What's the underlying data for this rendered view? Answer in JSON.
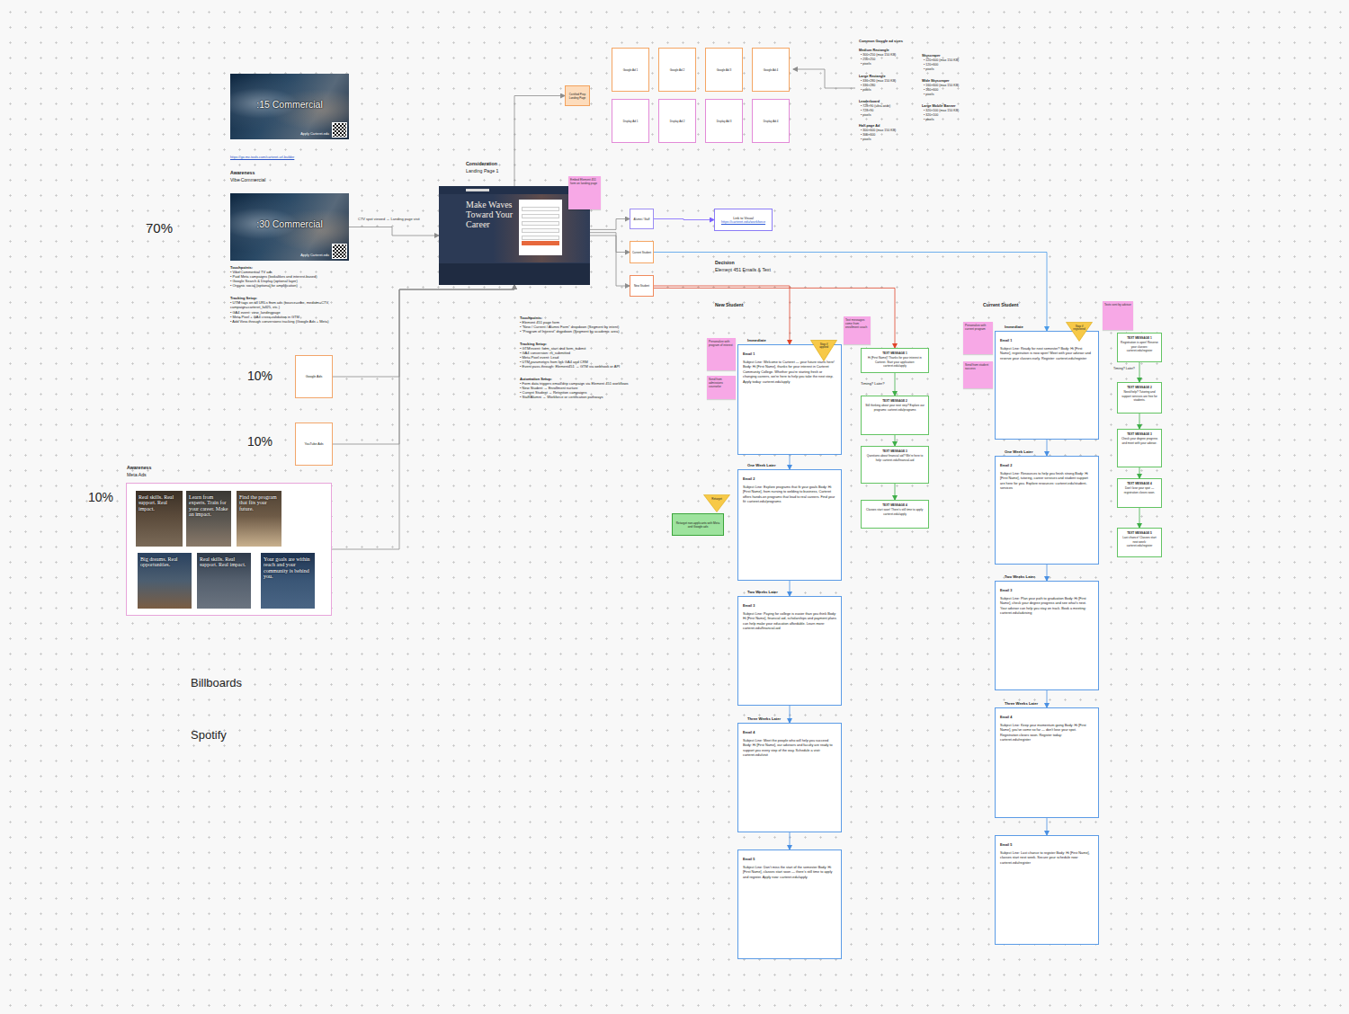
{
  "diagram": {
    "nodes": [
      {
        "text": [
          ":15 Commercial",
          "Apply Carteret.edu"
        ]
      },
      {
        "text": [
          ":30 Commercial",
          "Apply Carteret.edu"
        ]
      },
      {
        "text": [
          "Google Ads"
        ]
      },
      {
        "text": [
          "YouTube Ads"
        ]
      },
      {
        "text": [
          "Awareness",
          "Meta Ads"
        ]
      },
      {
        "text": [
          "Real skills. Real support. Real impact."
        ],
        "in": 4
      },
      {
        "text": [
          "Learn from experts. Train for your career. Make an impact."
        ],
        "in": 4
      },
      {
        "text": [
          "Find the program that fits your future."
        ],
        "in": 4
      },
      {
        "text": [
          "Big dreams. Real opportunities."
        ],
        "in": 4
      },
      {
        "text": [
          "Real skills. Real support. Real impact."
        ],
        "in": 4
      },
      {
        "text": [
          "Your goals are within reach and your community is behind you."
        ],
        "in": 4
      },
      {
        "text": [
          "Make Waves Toward Your Career"
        ]
      },
      {
        "text": [
          "Embed Element 451 form on landing page"
        ]
      },
      {
        "text": [
          "Certified Prep Landing Page"
        ]
      },
      {
        "text": [
          "Google Ad 1"
        ]
      },
      {
        "text": [
          "Google Ad 2"
        ]
      },
      {
        "text": [
          "Google Ad 3"
        ]
      },
      {
        "text": [
          "Google Ad 4"
        ]
      },
      {
        "text": [
          "Display Ad 1"
        ]
      },
      {
        "text": [
          "Display Ad 2"
        ]
      },
      {
        "text": [
          "Display Ad 3"
        ]
      },
      {
        "text": [
          "Display Ad 4"
        ]
      },
      {
        "text": [
          "Alumni / Staff"
        ]
      },
      {
        "text": [
          "Current Student"
        ]
      },
      {
        "text": [
          "New Student"
        ]
      },
      {
        "text": [
          "Link to Visual",
          "https://carteret.edu/workforce"
        ]
      },
      {
        "text": [
          "Personalize with program of interest"
        ]
      },
      {
        "text": [
          "Send from admissions counselor"
        ]
      },
      {
        "text": [
          "Stop if applied"
        ]
      },
      {
        "text": [
          "Immediate",
          "Email 1",
          "Subject Line: Welcome to Carteret — your future starts here! Body: Hi [First Name], thanks for your interest in Carteret Community College. Whether you're starting fresh or changing careers, we're here to help you take the next step. Apply today: carteret.edu/apply"
        ]
      },
      {
        "text": [
          "One Week Later",
          "Email 2",
          "Subject Line: Explore programs that fit your goals Body: Hi [First Name], from nursing to welding to business, Carteret offers hands-on programs that lead to real careers. Find your fit: carteret.edu/programs"
        ]
      },
      {
        "text": [
          "Two Weeks Later",
          "Email 3",
          "Subject Line: Paying for college is easier than you think Body: Hi [First Name], financial aid, scholarships and payment plans can help make your education affordable. Learn more: carteret.edu/financial-aid"
        ]
      },
      {
        "text": [
          "Three Weeks Later",
          "Email 4",
          "Subject Line: Meet the people who will help you succeed Body: Hi [First Name], our advisors and faculty are ready to support you every step of the way. Schedule a visit: carteret.edu/visit"
        ]
      },
      {
        "text": [
          "Email 5",
          "Subject Line: Don't miss the start of the semester Body: Hi [First Name], classes start soon — there's still time to apply and register. Apply now: carteret.edu/apply"
        ]
      },
      {
        "text": [
          "Text messages come from enrollment coach"
        ]
      },
      {
        "text": [
          "TEXT MESSAGE 1",
          "Hi [First Name]! Thanks for your interest in Carteret. Start your application: carteret.edu/apply"
        ]
      },
      {
        "text": [
          "TEXT MESSAGE 2",
          "Still thinking about your next step? Explore our programs: carteret.edu/programs"
        ]
      },
      {
        "text": [
          "TEXT MESSAGE 3",
          "Questions about financial aid? We're here to help: carteret.edu/financial-aid"
        ]
      },
      {
        "text": [
          "TEXT MESSAGE 4",
          "Classes start soon! There's still time to apply: carteret.edu/apply"
        ]
      },
      {
        "text": [
          "Retarget"
        ]
      },
      {
        "text": [
          "Retarget non-applicants with Meta and Google ads"
        ]
      },
      {
        "text": [
          "Personalize with current program"
        ]
      },
      {
        "text": [
          "Send from student success"
        ]
      },
      {
        "text": [
          "Texts sent by advisor"
        ]
      },
      {
        "text": [
          "Stop if registered"
        ]
      },
      {
        "text": [
          "Immediate",
          "Email 1",
          "Subject Line: Ready for next semester? Body: Hi [First Name], registration is now open! Meet with your advisor and reserve your classes early. Register: carteret.edu/register"
        ]
      },
      {
        "text": [
          "One Week Later",
          "Email 2",
          "Subject Line: Resources to help you finish strong Body: Hi [First Name], tutoring, career services and student support are here for you. Explore resources: carteret.edu/student-services"
        ]
      },
      {
        "text": [
          "Two Weeks Later",
          "Email 3",
          "Subject Line: Plan your path to graduation Body: Hi [First Name], check your degree progress and see what's next. Your advisor can help you stay on track. Book a meeting: carteret.edu/advising"
        ]
      },
      {
        "text": [
          "Three Weeks Later",
          "Email 4",
          "Subject Line: Keep your momentum going Body: Hi [First Name], you've come so far — don't lose your spot. Registration closes soon. Register today: carteret.edu/register"
        ]
      },
      {
        "text": [
          "Email 5",
          "Subject Line: Last chance to register Body: Hi [First Name], classes start next week. Secure your schedule now: carteret.edu/register"
        ]
      },
      {
        "text": [
          "TEXT MESSAGE 1",
          "Registration is open! Reserve your classes: carteret.edu/register"
        ]
      },
      {
        "text": [
          "TEXT MESSAGE 2",
          "Need help? Tutoring and support services are free for students."
        ]
      },
      {
        "text": [
          "TEXT MESSAGE 3",
          "Check your degree progress and meet with your advisor."
        ]
      },
      {
        "text": [
          "TEXT MESSAGE 4",
          "Don't lose your spot — registration closes soon."
        ]
      },
      {
        "text": [
          "TEXT MESSAGE 5",
          "Last chance! Classes start next week: carteret.edu/register"
        ]
      }
    ],
    "edges": [
      {
        "from": 1,
        "to": 11,
        "arrow": "to",
        "label": "CTV spot viewed → Landing page visit"
      },
      {
        "from": 2,
        "to": 11,
        "arrow": "to"
      },
      {
        "from": 3,
        "to": 11,
        "arrow": "to"
      },
      {
        "from": 4,
        "to": 11,
        "arrow": "to"
      },
      {
        "from": 11,
        "to": 13,
        "arrow": "to"
      },
      {
        "from": 11,
        "to": 22,
        "arrow": "to"
      },
      {
        "from": 11,
        "to": 23,
        "arrow": "to"
      },
      {
        "from": 11,
        "to": 24,
        "arrow": "to"
      },
      {
        "from": 22,
        "to": 25,
        "arrow": "to"
      },
      {
        "from": 23,
        "to": 45,
        "arrow": "to"
      },
      {
        "from": 24,
        "to": 29,
        "arrow": "to"
      },
      {
        "from": 24,
        "to": 35,
        "arrow": "to"
      },
      {
        "from": 29,
        "to": 30,
        "arrow": "to"
      },
      {
        "from": 30,
        "to": 31,
        "arrow": "to"
      },
      {
        "from": 31,
        "to": 32,
        "arrow": "to"
      },
      {
        "from": 32,
        "to": 33,
        "arrow": "to"
      },
      {
        "from": 35,
        "to": 36,
        "arrow": "to"
      },
      {
        "from": 36,
        "to": 37,
        "arrow": "to"
      },
      {
        "from": 37,
        "to": 38,
        "arrow": "to"
      },
      {
        "from": 45,
        "to": 46,
        "arrow": "to"
      },
      {
        "from": 46,
        "to": 47,
        "arrow": "to"
      },
      {
        "from": 47,
        "to": 48,
        "arrow": "to"
      },
      {
        "from": 48,
        "to": 49,
        "arrow": "to"
      },
      {
        "from": 50,
        "to": 51,
        "arrow": "to"
      },
      {
        "from": 51,
        "to": 52,
        "arrow": "to"
      },
      {
        "from": 52,
        "to": 53,
        "arrow": "to"
      },
      {
        "from": 53,
        "to": 54,
        "arrow": "to"
      }
    ],
    "labels": [
      "https://go.mv-tools.com/carteret-url-builder",
      "Awareness",
      "Vibe Commercial",
      "Touchpoints:",
      "• Vibe Commercial TV ads",
      "• Paid Meta campaigns (lookalikes and interest-based)",
      "• Google Search & Display (optional layer)",
      "• Organic social (optional for amplification)",
      "Tracking Setup:",
      "• UTM tags on all URLs from ads (source=vibe, medium=CTV, campaign=carteret_fall25, etc.)",
      "• GA4 event: view_landingpage",
      "• Meta Pixel + GA4 cross-validation in GTM",
      "• Add View-through conversions tracking (Google Ads + Meta)",
      "70%",
      "10%",
      "10%",
      "10%",
      "Billboards",
      "Spotify",
      "Consideration",
      "Landing Page 1",
      "Touchpoints:",
      "• Element 451 page form",
      "• “New / Current / Alumni Form” dropdown (Segment by intent)",
      "• “Program of Interest” dropdown (Segment by academic area)",
      "Tracking Setup:",
      "• GTM event: form_start and form_submit",
      "• GA4 conversion: rfi_submitted",
      "• Meta Pixel event: Lead",
      "• UTM parameters from link GA4 and CRM",
      "• Event pass-through: Element451 → GTM via webhook or API",
      "Automation Setup:",
      "• Form data triggers email/drip campaign via Element 451 workflows",
      "• New Student → Enrollment nurture",
      "• Current Student → Retention campaigns",
      "• Staff/Alumni → Workforce or certification pathways",
      "Decision",
      "Element 451 Emails & Text",
      "New Student",
      "Current Student",
      "Timing? Later?",
      "Timing? Later?",
      "Common Google ad sizes",
      "Medium Rectangle",
      "• 300×250 (max 150 KB)",
      "• 250×250",
      "• pixels",
      "Large Rectangle",
      "• 336×280 (max 150 KB)",
      "• 336×280",
      "• pixels",
      "Leaderboard",
      "• 728×90 (ultra-wide)",
      "• 728×90",
      "• pixels",
      "Half-page Ad",
      "• 300×600 (max 150 KB)",
      "• 300×600",
      "• pixels",
      "Skyscraper",
      "• 120×600 (max 150 KB)",
      "• 120×600",
      "• pixels",
      "Wide Skyscraper",
      "• 160×600 (max 150 KB)",
      "• 160×600",
      "• pixels",
      "Large Mobile Banner",
      "• 320×100 (max 150 KB)",
      "• 320×100",
      "• pixels"
    ]
  }
}
